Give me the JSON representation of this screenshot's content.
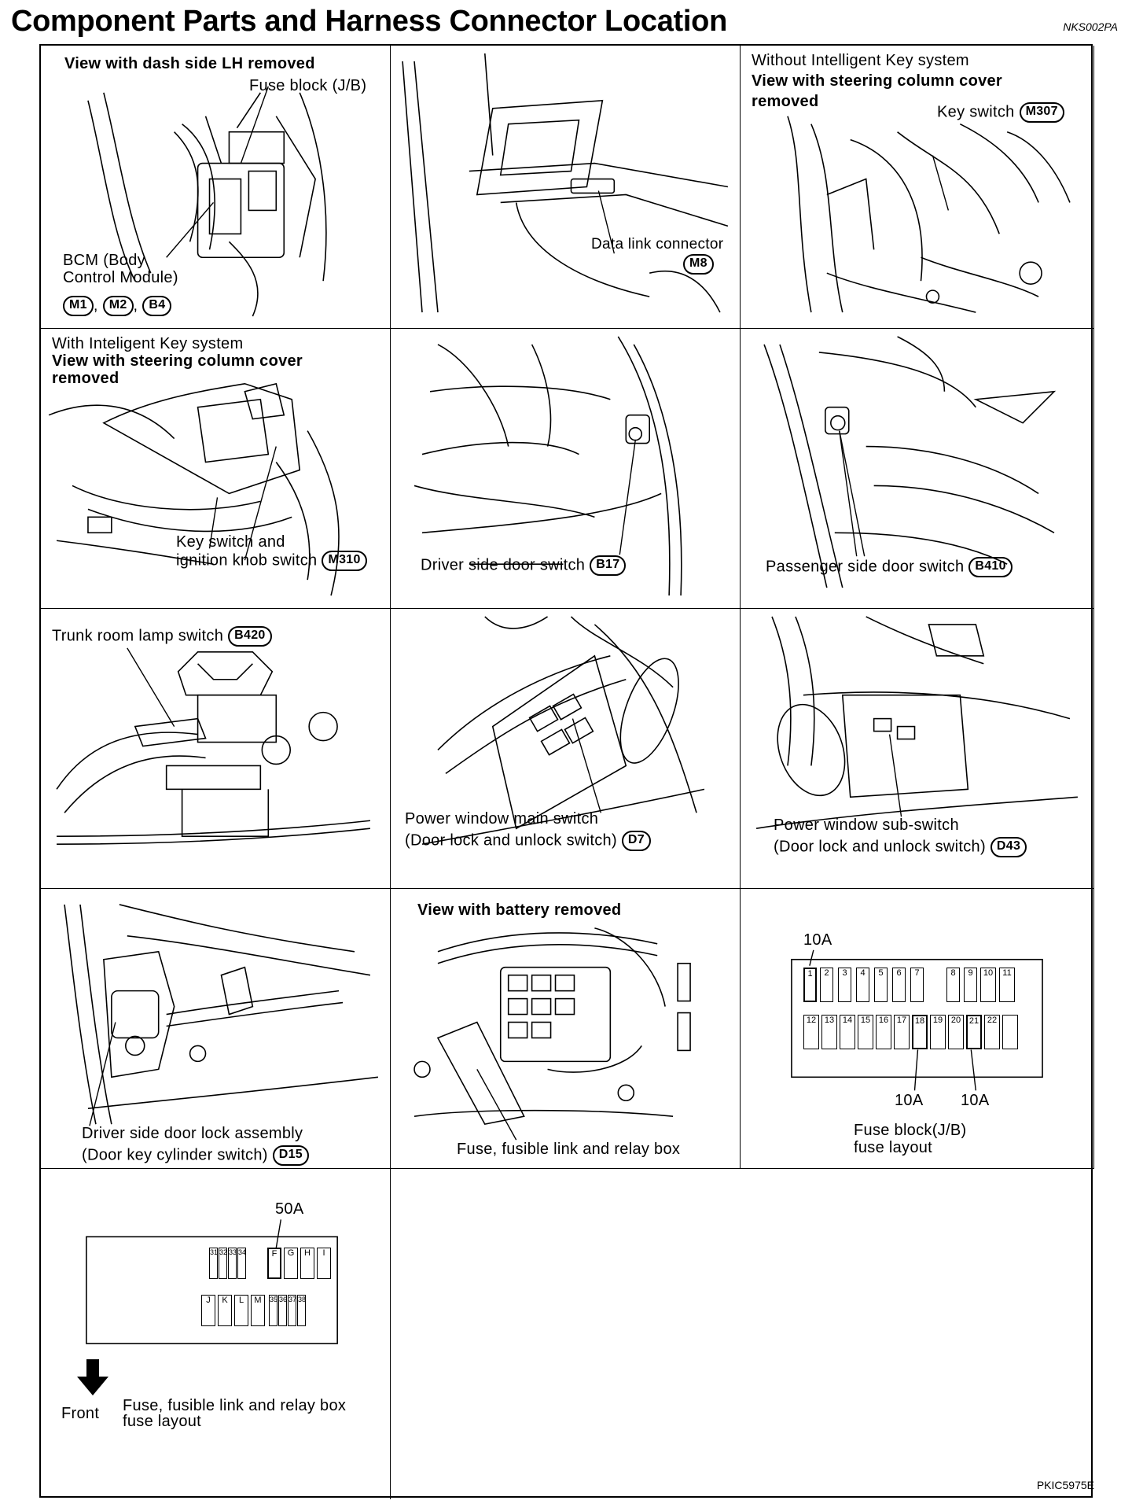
{
  "page": {
    "title": "Component Parts and Harness Connector Location",
    "code_top": "NKS002PA",
    "code_bottom": "PKIC5975E"
  },
  "panels": {
    "p1": {
      "heading": "View with dash side LH removed",
      "fuse_block": "Fuse block (J/B)",
      "bcm_line1": "BCM (Body",
      "bcm_line2": "Control Module)",
      "connectors": [
        "M1",
        "M2",
        "B4"
      ]
    },
    "p2": {
      "label": "Data link connector",
      "connector": "M8"
    },
    "p3": {
      "line1": "Without Intelligent Key system",
      "line2": "View with steering column cover",
      "line3": "removed",
      "key_switch": "Key switch",
      "connector": "M307"
    },
    "p4": {
      "line1": "With Inteligent Key system",
      "line2": "View with steering column cover",
      "line3": "removed",
      "label1": "Key switch and",
      "label2": "ignition knob switch",
      "connector": "M310"
    },
    "p5": {
      "label": "Driver side door switch",
      "connector": "B17"
    },
    "p6": {
      "label": "Passenger side door switch",
      "connector": "B410"
    },
    "p7": {
      "label": "Trunk room lamp switch",
      "connector": "B420"
    },
    "p8": {
      "label1": "Power window main switch",
      "label2": "(Door lock and unlock switch)",
      "connector": "D7"
    },
    "p9": {
      "label1": "Power window sub-switch",
      "label2": "(Door lock and unlock switch)",
      "connector": "D43"
    },
    "p10": {
      "label1": "Driver side door lock assembly",
      "label2": "(Door key cylinder switch)",
      "connector": "D15"
    },
    "p11": {
      "heading": "View with battery removed",
      "label": "Fuse, fusible link and relay box"
    },
    "p12": {
      "amp_top": "10A",
      "amp_bottom_left": "10A",
      "amp_bottom_right": "10A",
      "row1": [
        "1",
        "2",
        "3",
        "4",
        "5",
        "6",
        "7",
        "",
        "8",
        "9",
        "10",
        "11"
      ],
      "row2": [
        "12",
        "13",
        "14",
        "15",
        "16",
        "17",
        "18",
        "19",
        "20",
        "21",
        "22",
        ""
      ],
      "caption1": "Fuse block(J/B)",
      "caption2": "fuse layout"
    },
    "p13": {
      "amp": "50A",
      "row1": [
        "31",
        "32",
        "33",
        "34",
        "F",
        "G",
        "H",
        "I"
      ],
      "row2": [
        "J",
        "K",
        "L",
        "M",
        "35",
        "36",
        "37",
        "38"
      ],
      "front": "Front",
      "caption1": "Fuse, fusible link and relay box",
      "caption2": "fuse layout"
    }
  }
}
